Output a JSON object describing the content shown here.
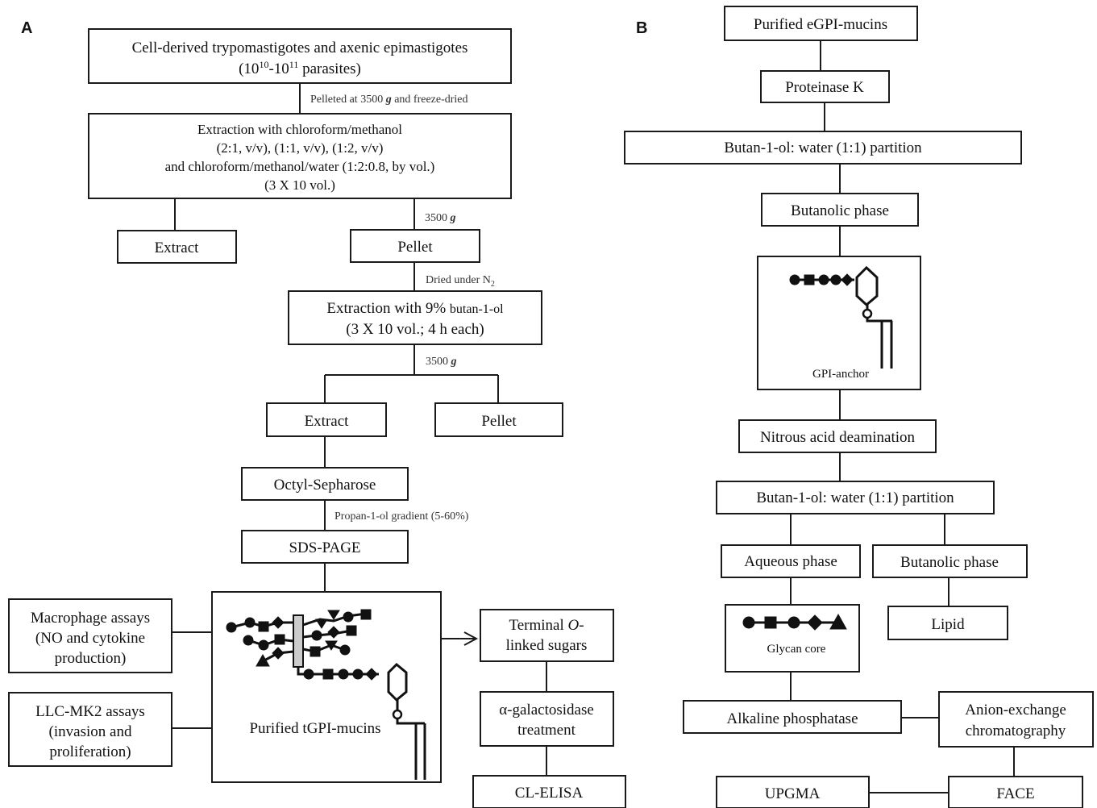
{
  "panel_a": {
    "label": "A",
    "parasites_line1": "Cell-derived trypomastigotes and axenic epimastigotes",
    "parasites_line2_a": "(10",
    "parasites_line2_sup1": "10",
    "parasites_line2_b": "-10",
    "parasites_line2_sup2": "11",
    "parasites_line2_c": " parasites)",
    "step_pelleted_a": "Pelleted at 3500 ",
    "step_pelleted_g": "g",
    "step_pelleted_b": " and freeze-dried",
    "extraction_line1": "Extraction with chloroform/methanol",
    "extraction_line2": "(2:1,  v/v), (1:1,  v/v), (1:2,  v/v)",
    "extraction_line3": "and  chloroform/methanol/water  (1:2:0.8,  by vol.)",
    "extraction_line4": "(3 X 10 vol.)",
    "extract1": "Extract",
    "pellet1": "Pellet",
    "step_3500_a": "3500 ",
    "step_3500_g": "g",
    "step_dried_a": "Dried under N",
    "step_dried_sub": "2",
    "butanol_line1_a": "Extraction with 9% ",
    "butanol_line1_b": "butan-1-ol",
    "butanol_line2": "(3 X 10 vol.; 4 h each)",
    "step_3500b_a": "3500 ",
    "step_3500b_g": "g",
    "extract2": "Extract",
    "pellet2": "Pellet",
    "octyl": "Octyl-Sepharose",
    "step_propanol": "Propan-1-ol gradient (5-60%)",
    "sds": "SDS-PAGE",
    "macrophage_line1": "Macrophage assays",
    "macrophage_line2": "(NO and cytokine",
    "macrophage_line3": "production)",
    "llc_line1": "LLC-MK2 assays",
    "llc_line2": "(invasion and",
    "llc_line3": "proliferation)",
    "purified_tgpi": "Purified tGPI-mucins",
    "terminal_line1_a": "Terminal ",
    "terminal_line1_b": "O",
    "terminal_line1_c": "-",
    "terminal_line2": "linked sugars",
    "galactosidase_line1": "α-galactosidase",
    "galactosidase_line2": "treatment",
    "clelisa": "CL-ELISA"
  },
  "panel_b": {
    "label": "B",
    "purified_egpi": "Purified eGPI-mucins",
    "proteinase": "Proteinase K",
    "partition1": "Butan-1-ol: water (1:1) partition",
    "butanolic1": "Butanolic phase",
    "gpi_anchor": "GPI-anchor",
    "nitrous": "Nitrous acid deamination",
    "partition2": "Butan-1-ol: water (1:1) partition",
    "aqueous": "Aqueous phase",
    "butanolic2": "Butanolic phase",
    "glycan_core": "Glycan core",
    "lipid": "Lipid",
    "alkaline": "Alkaline phosphatase",
    "anion_line1": "Anion-exchange",
    "anion_line2": "chromatography",
    "upgma": "UPGMA",
    "face": "FACE"
  }
}
